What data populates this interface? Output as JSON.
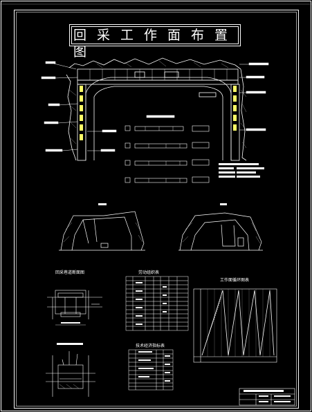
{
  "drawing": {
    "title": "回采工作面布置图",
    "tables": {
      "labor": "劳动组织表",
      "technical": "技术经济指标表",
      "cycle": "工作面循环图表"
    },
    "sections": {
      "left_profile": "",
      "right_profile": "",
      "left_detail": "回采巷道断面图",
      "bottom_detail": ""
    },
    "colors": {
      "background": "#000000",
      "line": "#ffffff",
      "seam": "#ffff66"
    }
  }
}
